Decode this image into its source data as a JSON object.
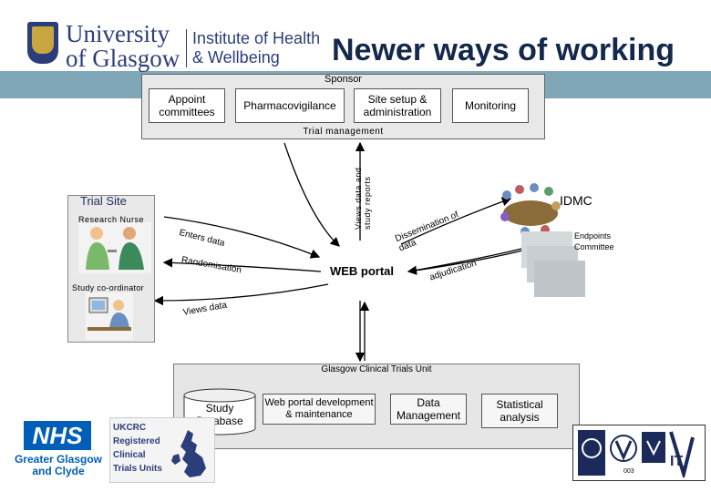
{
  "header": {
    "university_line1": "University",
    "university_line2": "of Glasgow",
    "institute_line1": "Institute of Health",
    "institute_line2": "& Wellbeing",
    "title": "Newer ways of working"
  },
  "sponsor": {
    "label": "Sponsor",
    "boxes": [
      "Appoint committees",
      "Pharmacovigilance",
      "Site setup & administration",
      "Monitoring"
    ],
    "trial_management": "Trial management"
  },
  "trial_site": {
    "title": "Trial Site",
    "research_nurse": "Research Nurse",
    "study_coordinator": "Study co-ordinator"
  },
  "flows": {
    "enters_data": "Enters data",
    "randomisation": "Randomisation",
    "views_data": "Views data",
    "views_reports": "Views data and study reports",
    "dissemination": "Dissemination of data",
    "adjudication": "adjudication"
  },
  "web_portal": "WEB portal",
  "idmc": "IDMC",
  "endpoints_committee": "Endpoints Committee",
  "gcu": {
    "label": "Glasgow Clinical Trials Unit",
    "study_database": "Study Database",
    "web_portal_dev": "Web portal development & maintenance",
    "data_management": "Data Management",
    "statistical_analysis": "Statistical analysis"
  },
  "footer": {
    "nhs": "NHS",
    "nhs_sub1": "Greater Glasgow",
    "nhs_sub2": "and Clyde",
    "ukcrc_lines": [
      "UKCRC",
      "Registered",
      "Clinical",
      "Trials Units"
    ],
    "cert_number": "003",
    "cert_brand": "IT"
  },
  "colors": {
    "banner": "#7fa7b8",
    "navy": "#2c3e7a",
    "nhs_blue": "#005eb8"
  }
}
